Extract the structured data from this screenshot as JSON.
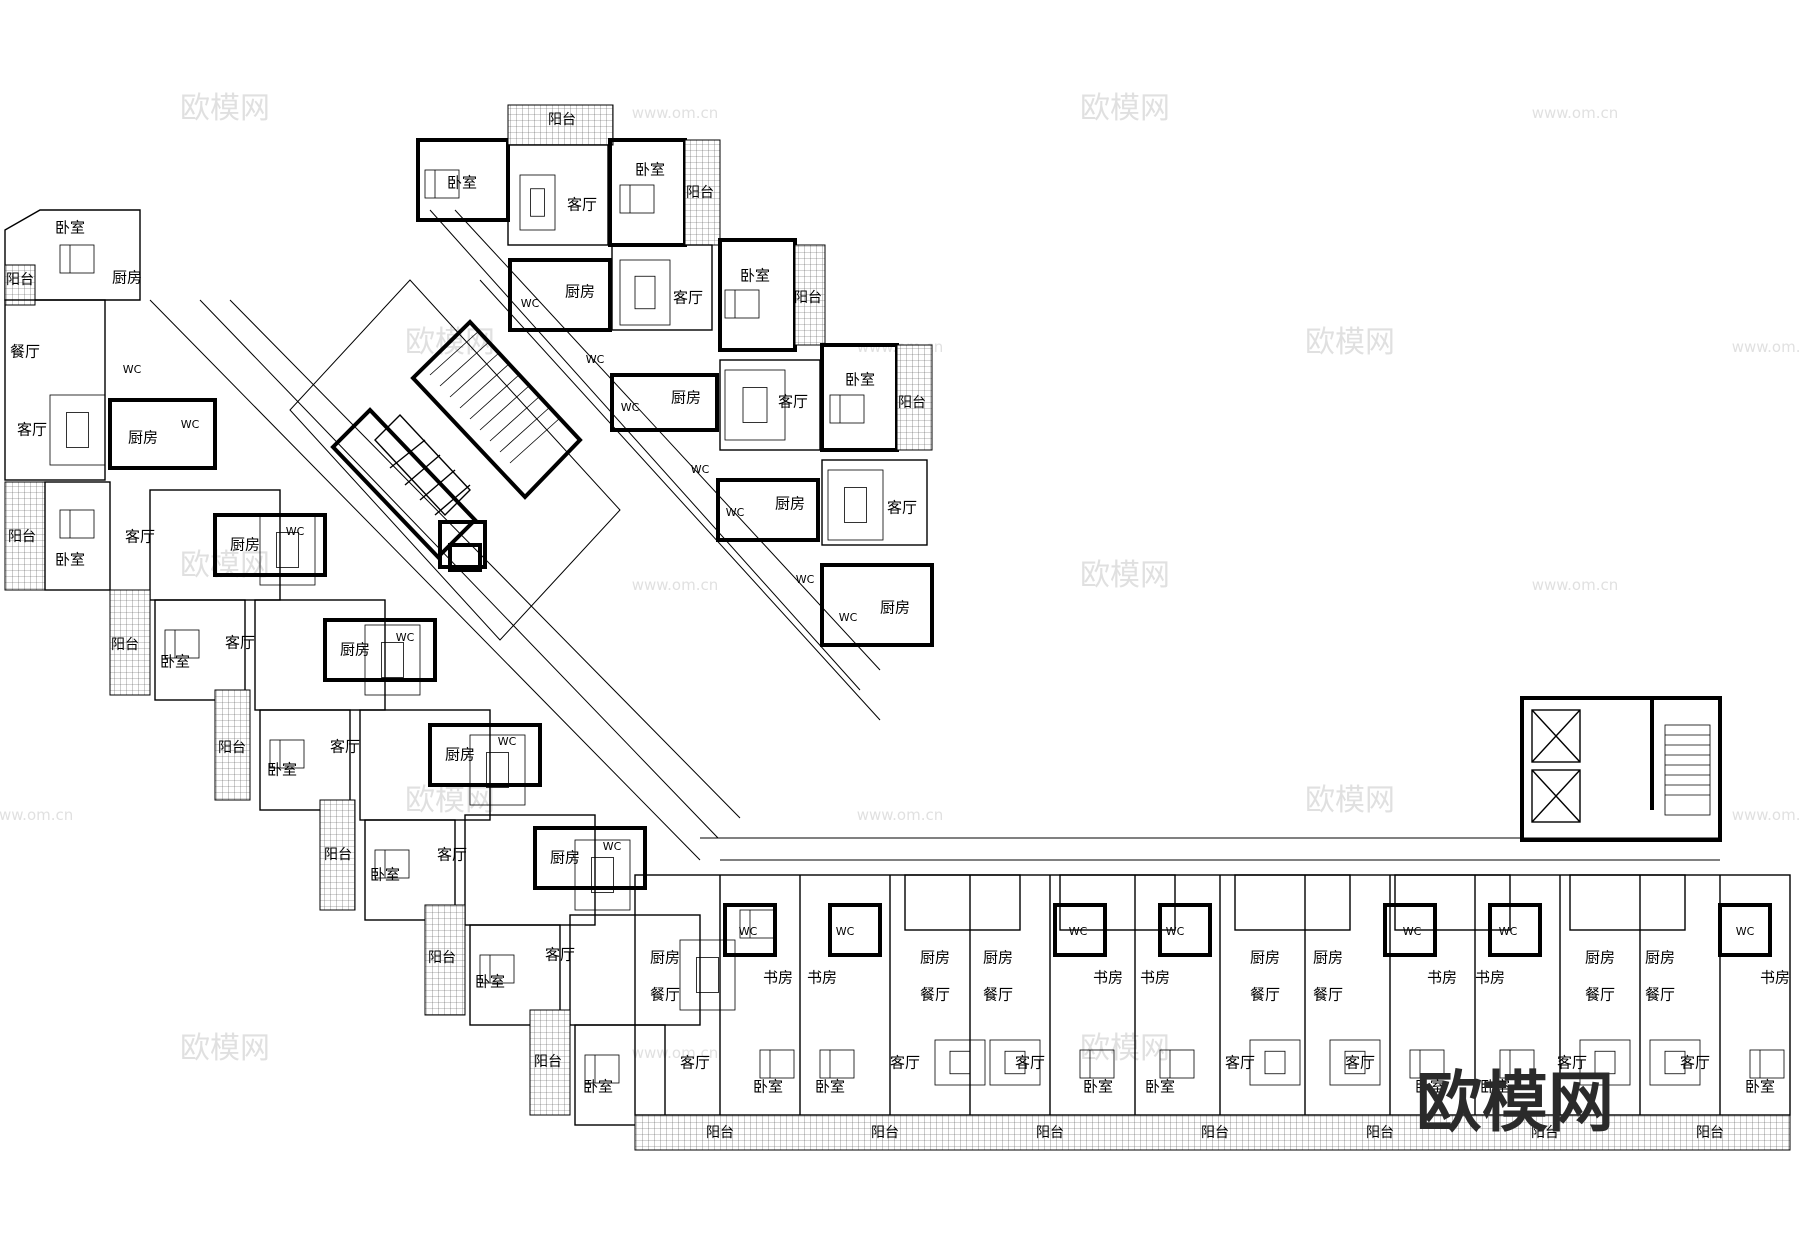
{
  "rooms": {
    "bedroom": "卧室",
    "living": "客厅",
    "kitchen": "厨房",
    "wc": "WC",
    "balcony": "阳台",
    "dining": "餐厅",
    "study": "书房"
  },
  "watermark": {
    "brand": "欧模网",
    "url": "www.om.cn"
  },
  "logo": {
    "text": "欧模网"
  },
  "colors": {
    "line": "#000000",
    "watermark": "#c8c8c8",
    "logo": "#2a2a2a"
  }
}
